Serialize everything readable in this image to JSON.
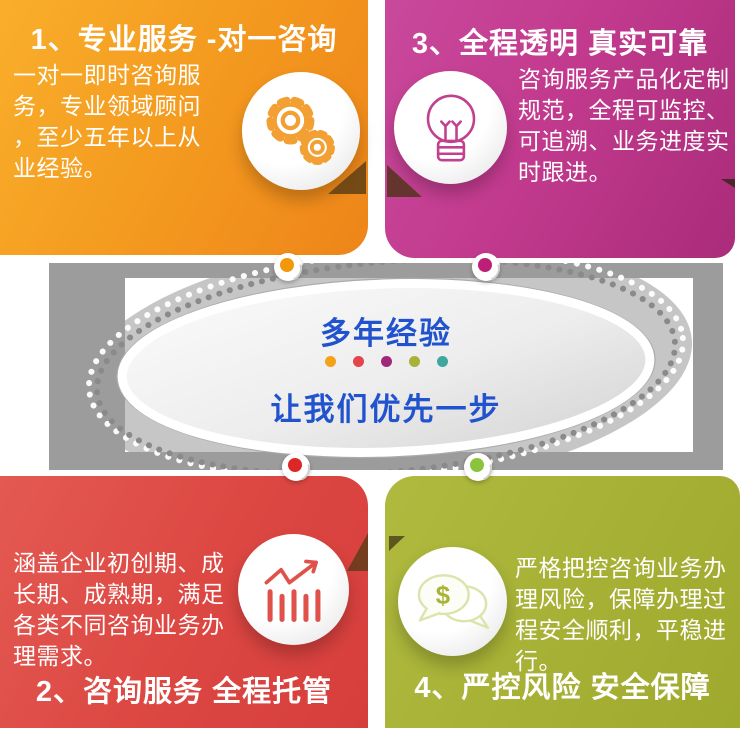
{
  "page": {
    "kind": "service-infographic"
  },
  "cards": {
    "top_left": {
      "number_title": "1、专业服务 -对一咨询",
      "body": "一对一即时咨询服务，专业领域顾问，至少五年以上从业经验。",
      "icon": "gears-icon",
      "accent_color": "#F29A1F"
    },
    "top_right": {
      "number_title": "3、全程透明 真实可靠",
      "body": "咨询服务产品化定制规范，全程可监控、可追溯、业务进度实时跟进。",
      "icon": "lightbulb-icon",
      "accent_color": "#BE3590"
    },
    "bottom_left": {
      "number_title": "2、咨询服务 全程托管",
      "body": "涵盖企业初创期、成长期、成熟期，满足各类不同咨询业务办理需求。",
      "icon": "bar-chart-icon",
      "accent_color": "#DC4841"
    },
    "bottom_right": {
      "number_title": "4、严控风险 安全保障",
      "body": "严格把控咨询业务办理风险，保障办理过程安全顺利，平稳进行。",
      "icon": "money-chat-icon",
      "accent_color": "#A7B135"
    }
  },
  "center": {
    "line1": "多年经验",
    "line2": "让我们优先一步",
    "text_color": "#2253CF",
    "band_color": "#9C9C9C",
    "divider_dot_colors": [
      "#F5A21B",
      "#E2454A",
      "#A02878",
      "#A8B13A",
      "#3FA79F"
    ]
  },
  "connector_badges": [
    {
      "position": "top-left",
      "color": "#F2990B"
    },
    {
      "position": "top-right",
      "color": "#BB1F78"
    },
    {
      "position": "bottom-left",
      "color": "#DD2726"
    },
    {
      "position": "bottom-right",
      "color": "#8CC33C"
    }
  ],
  "icons": {
    "money_symbol": "$"
  }
}
